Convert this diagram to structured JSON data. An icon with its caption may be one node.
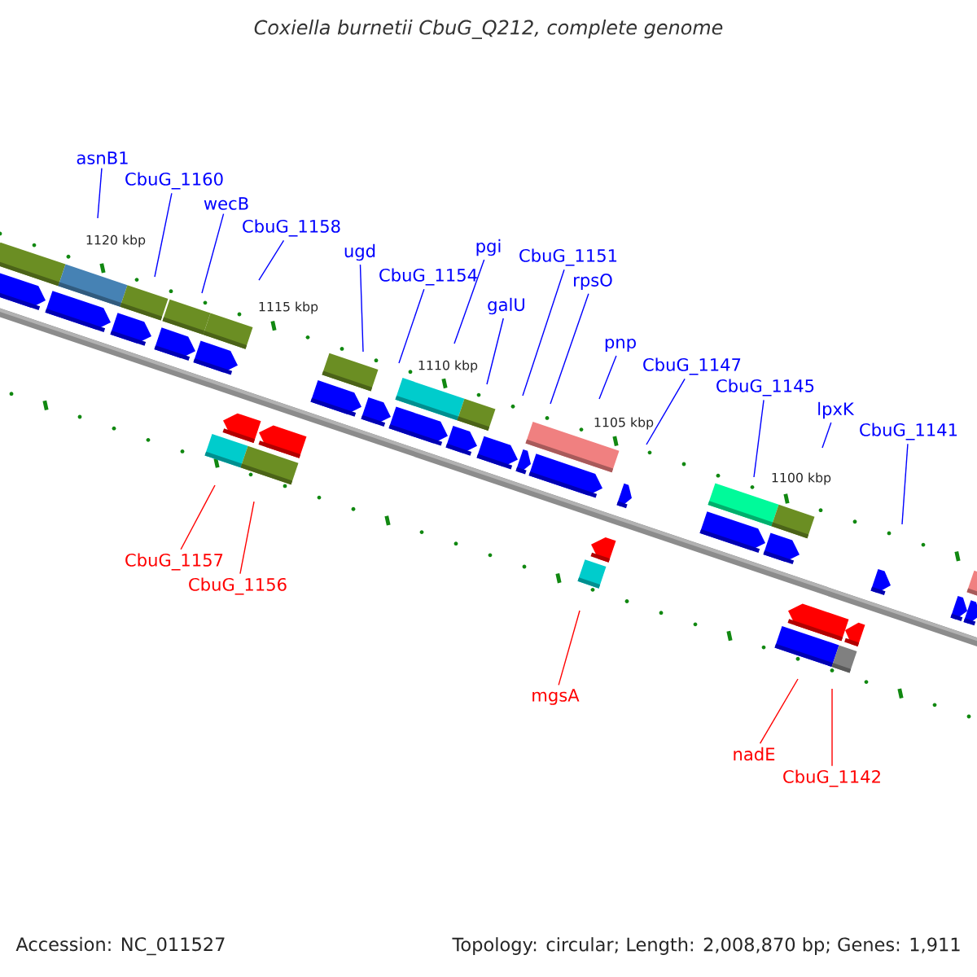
{
  "diagram": {
    "title": "Coxiella burnetii CbuG_Q212, complete genome",
    "nodes": [
      {
        "text": [
          "asnB1"
        ]
      },
      {
        "text": [
          "CbuG_1160"
        ]
      },
      {
        "text": [
          "wecB"
        ]
      },
      {
        "text": [
          "CbuG_1158"
        ]
      },
      {
        "text": [
          "ugd"
        ]
      },
      {
        "text": [
          "CbuG_1154"
        ]
      },
      {
        "text": [
          "pgi"
        ]
      },
      {
        "text": [
          "galU"
        ]
      },
      {
        "text": [
          "CbuG_1151"
        ]
      },
      {
        "text": [
          "rpsO"
        ]
      },
      {
        "text": [
          "pnp"
        ]
      },
      {
        "text": [
          "CbuG_1147"
        ]
      },
      {
        "text": [
          "CbuG_1145"
        ]
      },
      {
        "text": [
          "lpxK"
        ]
      },
      {
        "text": [
          "CbuG_1141"
        ]
      },
      {
        "text": [
          "CbuG_1157"
        ]
      },
      {
        "text": [
          "CbuG_1156"
        ]
      },
      {
        "text": [
          "mgsA"
        ]
      },
      {
        "text": [
          "nadE"
        ]
      },
      {
        "text": [
          "CbuG_1142"
        ]
      }
    ],
    "edges": [
      {
        "from": 0,
        "to": null,
        "arrow": "none"
      },
      {
        "from": 1,
        "to": null,
        "arrow": "none"
      },
      {
        "from": 2,
        "to": null,
        "arrow": "none"
      },
      {
        "from": 3,
        "to": null,
        "arrow": "none"
      },
      {
        "from": 4,
        "to": null,
        "arrow": "none"
      },
      {
        "from": 5,
        "to": null,
        "arrow": "none"
      },
      {
        "from": 6,
        "to": null,
        "arrow": "none"
      },
      {
        "from": 7,
        "to": null,
        "arrow": "none"
      },
      {
        "from": 8,
        "to": null,
        "arrow": "none"
      },
      {
        "from": 9,
        "to": null,
        "arrow": "none"
      },
      {
        "from": 10,
        "to": null,
        "arrow": "none"
      },
      {
        "from": 11,
        "to": null,
        "arrow": "none"
      },
      {
        "from": 12,
        "to": null,
        "arrow": "none"
      },
      {
        "from": 13,
        "to": null,
        "arrow": "none"
      },
      {
        "from": 14,
        "to": null,
        "arrow": "none"
      },
      {
        "from": 15,
        "to": null,
        "arrow": "none",
        "color": "#ff0000"
      },
      {
        "from": 16,
        "to": null,
        "arrow": "none",
        "color": "#ff0000"
      },
      {
        "from": 17,
        "to": null,
        "arrow": "none",
        "color": "#ff0000"
      },
      {
        "from": 18,
        "to": null,
        "arrow": "none",
        "color": "#ff0000"
      },
      {
        "from": 19,
        "to": null,
        "arrow": "none",
        "color": "#ff0000"
      }
    ],
    "labels": [
      "1120 kbp",
      "1115 kbp",
      "1110 kbp",
      "1105 kbp",
      "1100 kbp",
      "Accession: NC_011527",
      "Topology: circular; Length: 2,008,870 bp; Genes: 1,911"
    ]
  }
}
